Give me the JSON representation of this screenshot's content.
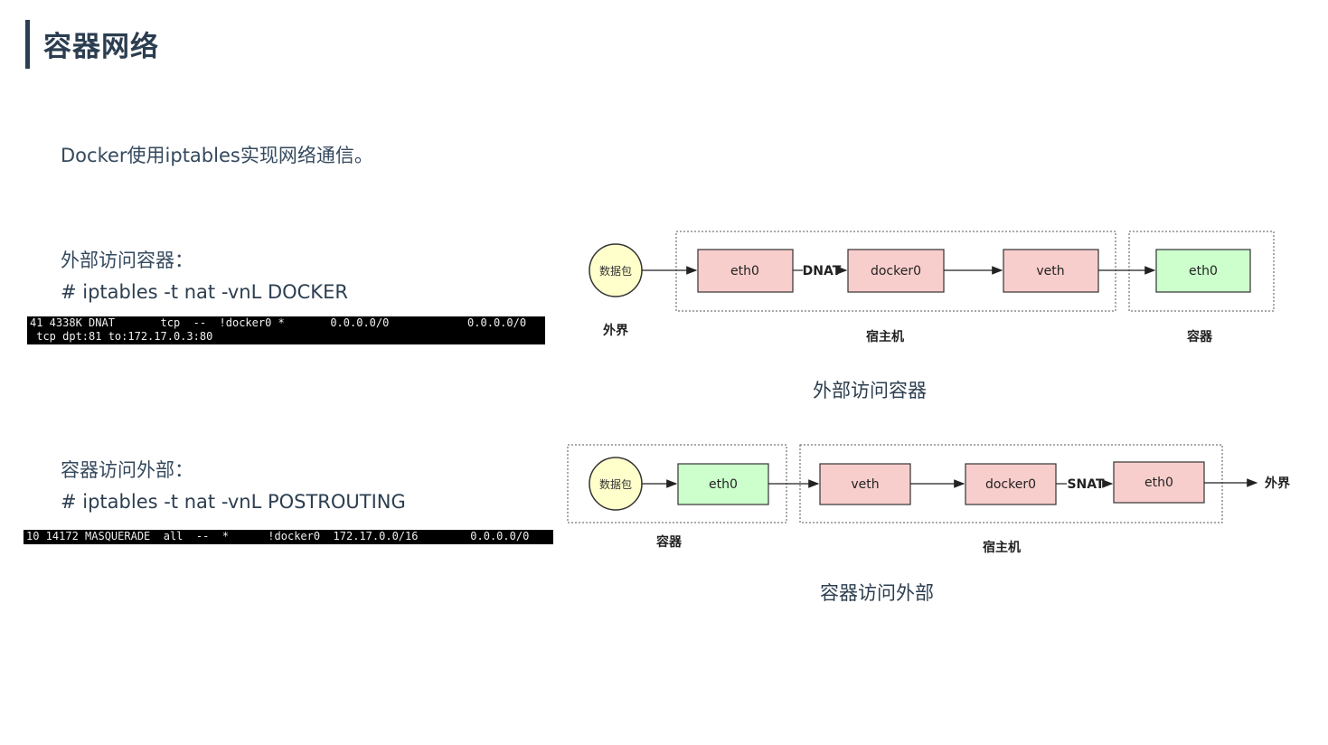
{
  "page": {
    "title": "容器网络",
    "intro": "Docker使用iptables实现网络通信。"
  },
  "outbound_in": {
    "label": "外部访问容器：",
    "command": "# iptables -t nat -vnL DOCKER",
    "terminal_lines": [
      "41 4338K DNAT       tcp  --  !docker0 *       0.0.0.0/0            0.0.0.0/0",
      " tcp dpt:81 to:172.17.0.3:80"
    ],
    "diagram": {
      "packet": "数据包",
      "outside_label": "外界",
      "nodes": [
        "eth0",
        "docker0",
        "veth",
        "eth0"
      ],
      "nat_label": "DNAT",
      "host_label": "宿主机",
      "container_label": "容器",
      "caption": "外部访问容器"
    }
  },
  "container_out": {
    "label": "容器访问外部：",
    "command": "# iptables -t nat -vnL POSTROUTING",
    "terminal_lines": [
      "10 14172 MASQUERADE  all  --  *      !docker0  172.17.0.0/16        0.0.0.0/0"
    ],
    "diagram": {
      "packet": "数据包",
      "nodes": [
        "eth0",
        "veth",
        "docker0",
        "eth0"
      ],
      "nat_label": "SNAT",
      "outside_label": "外界",
      "container_label": "容器",
      "host_label": "宿主机",
      "caption": "容器访问外部"
    }
  },
  "colors": {
    "pink_box": "#f8cecc",
    "green_box": "#ccffcc",
    "packet_fill": "#ffffcc",
    "title_bar": "#2c3e50"
  }
}
